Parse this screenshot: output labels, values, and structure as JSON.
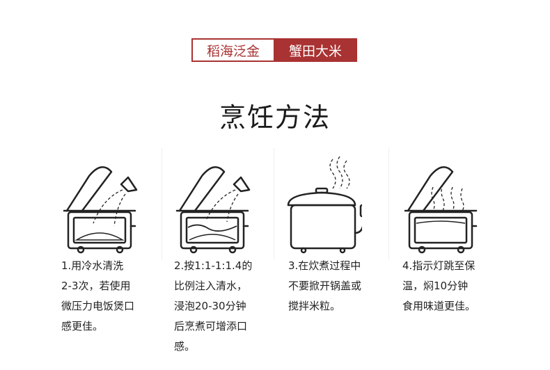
{
  "banner": {
    "left": "稻海泛金",
    "right": "蟹田大米"
  },
  "title": "烹饪方法",
  "steps": [
    {
      "text": "1.用冷水清洗\n2-3次，若使用\n微压力电饭煲口\n感更佳。",
      "icon": "rice-cooker-pour-icon"
    },
    {
      "text": "2.按1:1-1:1.4的\n比例注入清水，\n浸泡20-30分钟\n后烹煮可增添口\n感。",
      "icon": "rice-cooker-water-icon"
    },
    {
      "text": "3.在炊煮过程中\n不要掀开锅盖或\n搅拌米粒。",
      "icon": "rice-cooker-steam-icon"
    },
    {
      "text": "4.指示灯跳至保\n温，焖10分钟\n食用味道更佳。",
      "icon": "rice-cooker-keep-warm-icon"
    }
  ],
  "colors": {
    "accent": "#a93232",
    "line": "#222222"
  }
}
